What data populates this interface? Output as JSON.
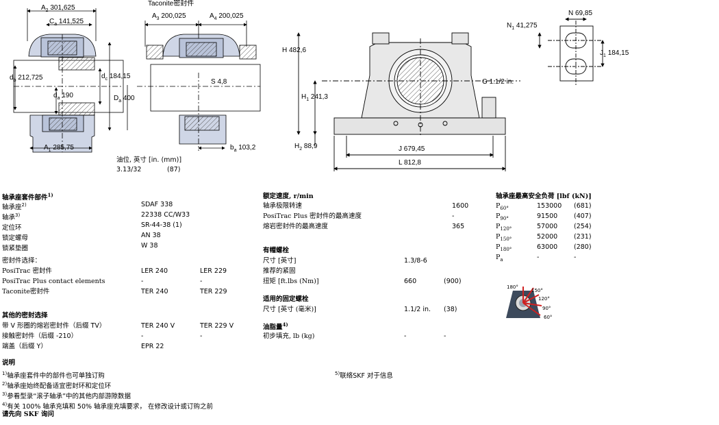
{
  "drawing": {
    "A2": "301,625",
    "Ca": "141,525",
    "db": "212,725",
    "dc": "184,15",
    "da": "190",
    "Da": "400",
    "A1": "285,75",
    "taconite_label": "Taconite密封件",
    "A3": "200,025",
    "A4": "200,025",
    "S": "4,8",
    "ba": "103,2",
    "oil_level_label": "油位, 英寸 [in. (mm)]",
    "oil_in": "3.13/32",
    "oil_mm": "(87)",
    "H": "482,6",
    "H1": "241,3",
    "H2": "88,9",
    "G": "1.1/2 in.",
    "J": "679,45",
    "L": "812,8",
    "N1": "41,275",
    "N": "69,85",
    "J1": "184,15"
  },
  "components": {
    "heading": "轴承座套件部件",
    "heading_note": "1)",
    "rows": [
      {
        "label": "轴承座",
        "note": "2)",
        "value": "SDAF 338"
      },
      {
        "label": "轴承",
        "note": "3)",
        "value": "22338 CC/W33"
      },
      {
        "label": "定位环",
        "note": "",
        "value": "SR-44-38 (1)"
      },
      {
        "label": "锁定螺母",
        "note": "",
        "value": "AN 38"
      },
      {
        "label": "锁紧垫圈",
        "note": "",
        "value": "W 38"
      }
    ],
    "seal_select_label": "密封件选择：",
    "seal_rows": [
      {
        "label": "PosiTrac 密封件",
        "v1": "LER 240",
        "v2": "LER 229"
      },
      {
        "label": "PosiTrac Plus contact elements",
        "v1": "-",
        "v2": "-"
      },
      {
        "label": "Taconite密封件",
        "v1": "TER 240",
        "v2": "TER 229"
      }
    ],
    "other_heading": "其他的密封选择",
    "other_rows": [
      {
        "label": "带 V 形圈的熔岩密封件（后缀 TV）",
        "v1": "TER 240 V",
        "v2": "TER 229 V"
      },
      {
        "label": "接触密封件（后缀 -210）",
        "v1": "-",
        "v2": "-"
      },
      {
        "label": "端盖（后缀 Y）",
        "v1": "EPR 22",
        "v2": ""
      }
    ]
  },
  "speed": {
    "heading": "额定速度, r/min",
    "rows": [
      {
        "label": "轴承极限转速",
        "value": "1600"
      },
      {
        "label": "PosiTrac Plus 密封件的最高速度",
        "value": "-"
      },
      {
        "label": "熔岩密封件的最高速度",
        "value": "365"
      }
    ],
    "cap_bolt_heading": "有帽螺栓",
    "cap_bolt_rows": [
      {
        "label": "尺寸 [英寸]",
        "v1": "1.3/8-6",
        "v2": ""
      },
      {
        "label": "推荐的紧固",
        "v1": "",
        "v2": ""
      },
      {
        "label": "扭矩 [ft.lbs (Nm)]",
        "v1": "660",
        "v2": "(900)"
      }
    ],
    "fix_bolt_heading": "适用的固定螺栓",
    "fix_bolt_rows": [
      {
        "label": "尺寸 [英寸 (毫米)]",
        "v1": "1.1/2 in.",
        "v2": "(38)"
      }
    ],
    "grease_heading": "油脂量",
    "grease_note": "4)",
    "grease_rows": [
      {
        "label": "初步填充, lb (kg)",
        "v1": "-",
        "v2": "-"
      }
    ]
  },
  "loads": {
    "heading": "轴承座最高安全负荷 [lbf (kN)]",
    "rows": [
      {
        "p": "P",
        "sub": "60°",
        "v1": "153000",
        "v2": "(681)"
      },
      {
        "p": "P",
        "sub": "90°",
        "v1": "91500",
        "v2": "(407)"
      },
      {
        "p": "P",
        "sub": "120°",
        "v1": "57000",
        "v2": "(254)"
      },
      {
        "p": "P",
        "sub": "150°",
        "v1": "52000",
        "v2": "(231)"
      },
      {
        "p": "P",
        "sub": "180°",
        "v1": "63000",
        "v2": "(280)"
      },
      {
        "p": "P",
        "sub": "a",
        "v1": "-",
        "v2": "-"
      }
    ],
    "angles": [
      "180°",
      "150°",
      "120°",
      "90°",
      "60°"
    ]
  },
  "notes": {
    "heading": "说明",
    "items": [
      {
        "n": "1)",
        "text": "轴承座套件中的部件也可单独订购"
      },
      {
        "n": "2)",
        "text": "轴承座始终配备适宜密封环和定位环"
      },
      {
        "n": "3)",
        "text": "参看型录“滚子轴承”中的其他内部游隙数据"
      },
      {
        "n": "4)",
        "text": "有关 100% 轴承充填和 50% 轴承座充填要求， 在修改设计或订购之前"
      }
    ],
    "footer": "请先向 SKF 询问",
    "note5_n": "5)",
    "note5_text": "联络SKF 对于信息"
  },
  "colors": {
    "part_fill": "#cfd6e6",
    "hatch": "#7a8aa8",
    "gray": "#d8d8d8",
    "red": "#d02020"
  }
}
